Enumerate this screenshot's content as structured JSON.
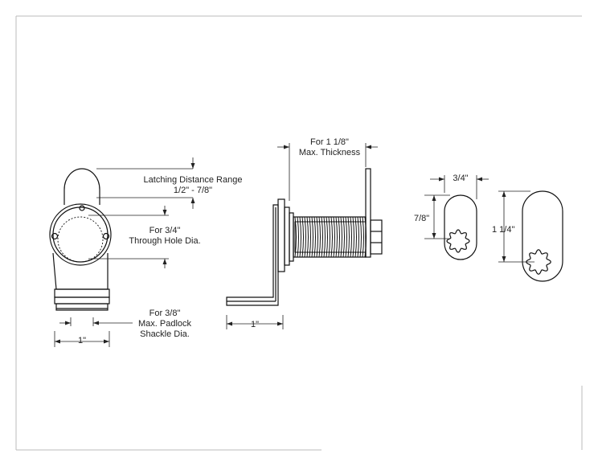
{
  "colors": {
    "line": "#111111",
    "frame": "#bbbbbb",
    "dim": "#222222"
  },
  "side_view": {
    "latching_label": "Latching Distance Range",
    "latching_range": "1/2\" - 7/8\"",
    "hole_label": "For 3/4\"",
    "hole_label2": "Through Hole Dia.",
    "padlock_label": "For 3/8\"",
    "padlock_label2": "Max. Padlock",
    "padlock_label3": "Shackle Dia.",
    "width_label": "1\""
  },
  "front_view": {
    "thickness_label": "For 1 1/8\"",
    "thickness_label2": "Max. Thickness",
    "width_label": "1\""
  },
  "cutouts": {
    "small_width": "3/4\"",
    "small_height": "7/8\"",
    "large_height": "1 1/4\""
  }
}
